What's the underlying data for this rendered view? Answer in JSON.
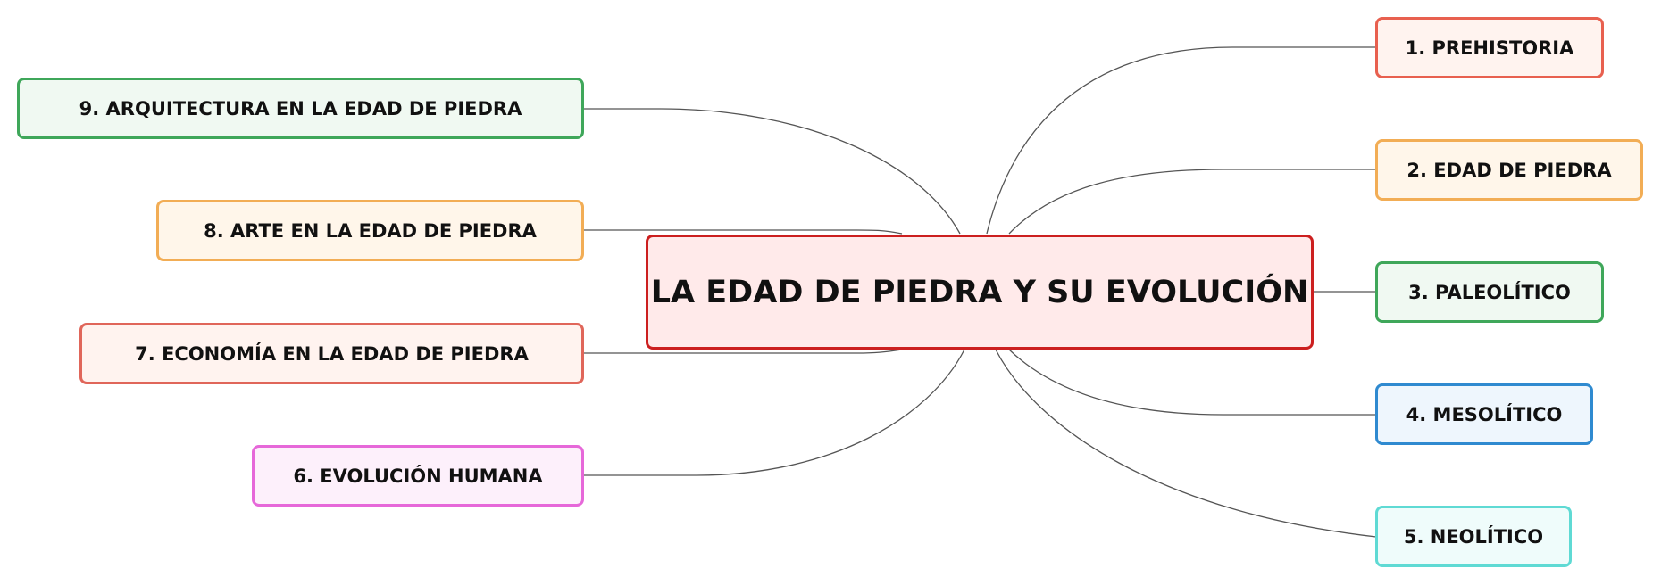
{
  "diagram": {
    "type": "mind-map",
    "central": {
      "label": "LA EDAD DE PIEDRA Y SU EVOLUCIÓN",
      "border": "#cc1f1f",
      "fill": "#ffeaea"
    },
    "branches": [
      {
        "id": "b1",
        "label": "1. PREHISTORIA",
        "side": "right",
        "border": "#e8604f",
        "fill": "#fff3ef"
      },
      {
        "id": "b2",
        "label": "2. EDAD DE PIEDRA",
        "side": "right",
        "border": "#f2ad55",
        "fill": "#fff6ea"
      },
      {
        "id": "b3",
        "label": "3. PALEOLÍTICO",
        "side": "right",
        "border": "#3fa75a",
        "fill": "#f0f9f2"
      },
      {
        "id": "b4",
        "label": "4. MESOLÍTICO",
        "side": "right",
        "border": "#2f8ad0",
        "fill": "#eef6fd"
      },
      {
        "id": "b5",
        "label": "5. NEOLÍTICO",
        "side": "right",
        "border": "#5fdad4",
        "fill": "#effcfb"
      },
      {
        "id": "b6",
        "label": "6. EVOLUCIÓN HUMANA",
        "side": "left",
        "border": "#e668d9",
        "fill": "#fdf0fb"
      },
      {
        "id": "b7",
        "label": "7. ECONOMÍA EN LA EDAD DE PIEDRA",
        "side": "left",
        "border": "#e0665a",
        "fill": "#fff3ef"
      },
      {
        "id": "b8",
        "label": "8. ARTE EN LA EDAD DE PIEDRA",
        "side": "left",
        "border": "#f2ad55",
        "fill": "#fff6ea"
      },
      {
        "id": "b9",
        "label": "9. ARQUITECTURA EN LA EDAD DE PIEDRA",
        "side": "left",
        "border": "#3fa75a",
        "fill": "#f0f9f2"
      }
    ],
    "connector_color": "#555555"
  }
}
